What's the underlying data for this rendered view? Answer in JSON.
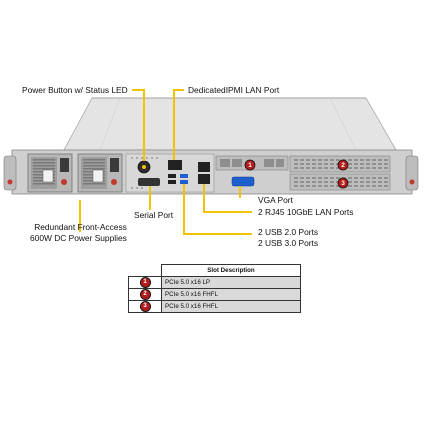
{
  "callouts": {
    "power_button": "Power Button w/ Status LED",
    "ipmi": "DedicatedIPMI LAN Port",
    "psu_line1": "Redundant  Front-Access",
    "psu_line2": "600W DC Power Supplies",
    "serial": "Serial Port",
    "vga": "VGA Port",
    "rj45": "2 RJ45 10GbE LAN Ports",
    "usb20": "2 USB 2.0 Ports",
    "usb30": "2 USB 3.0 Ports"
  },
  "slot_table": {
    "header": "Slot Description",
    "rows": [
      {
        "num": "1",
        "desc": "PCIe 5.0 x16 LP"
      },
      {
        "num": "2",
        "desc": "PCIe 5.0 x16 FHFL"
      },
      {
        "num": "3",
        "desc": "PCIe 5.0 x16 FHFL"
      }
    ]
  },
  "slot_markers": [
    "1",
    "2",
    "3"
  ],
  "colors": {
    "callout_line": "#f2c400",
    "slot_badge": "#b71c1c",
    "chassis": "#c9c9c9",
    "usb30": "#1e5fd0"
  }
}
